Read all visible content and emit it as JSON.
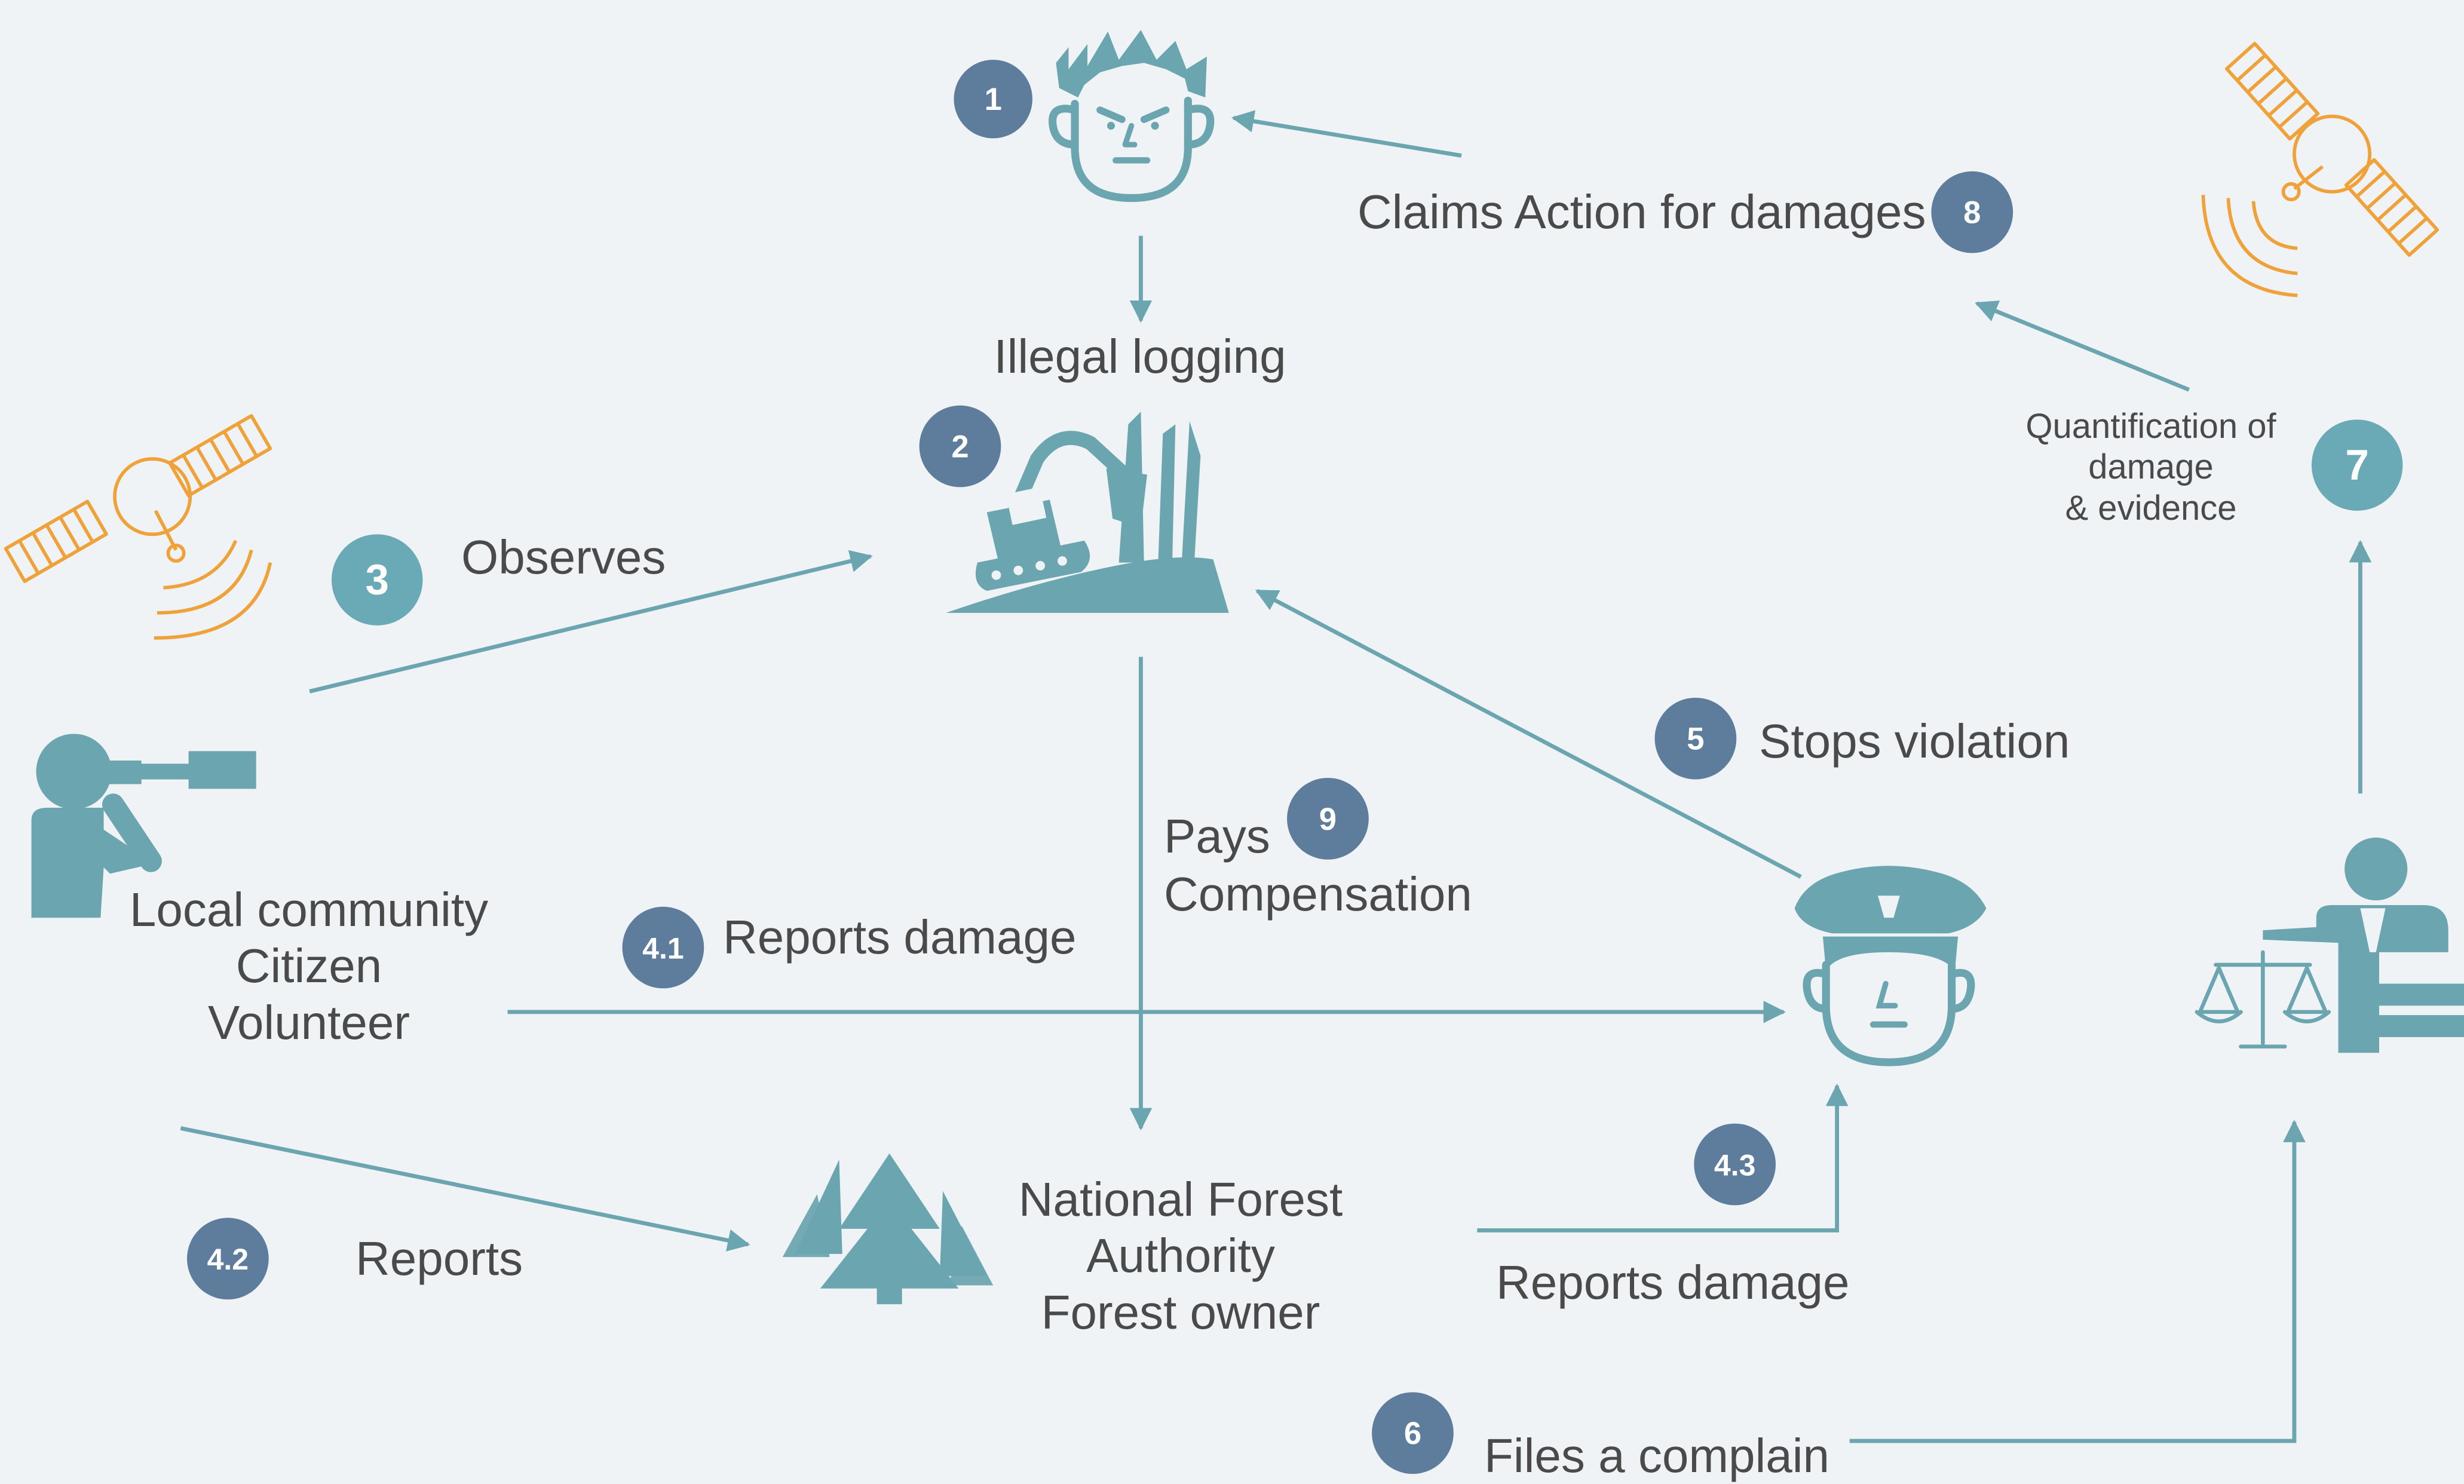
{
  "colors": {
    "background": "#eff3f6",
    "teal": "#6ba5b0",
    "slate_badge": "#5e7d9c",
    "teal_badge": "#6aa9b6",
    "orange": "#f0a23a",
    "text": "#4a4a4a"
  },
  "icons": {
    "offender": "angry-face-icon",
    "logging": "excavator-icon",
    "observer": "binoculars-person-icon",
    "police": "police-officer-icon",
    "forest": "pine-trees-icon",
    "court": "scales-of-justice-icon",
    "satellite": "satellite-icon"
  },
  "labels": {
    "illegal_logging": "Illegal logging",
    "claims_action": "Claims Action for damages",
    "quantification": [
      "Quantification of",
      "damage",
      "& evidence"
    ],
    "observes": "Observes",
    "stops_violation": "Stops  violation",
    "pays": "Pays",
    "compensation": "Compensation",
    "community": [
      "Local community",
      "Citizen",
      "Volunteer"
    ],
    "reports_damage_41": "Reports damage",
    "forest_authority": [
      "National Forest",
      "Authority",
      "Forest owner"
    ],
    "reports": "Reports",
    "reports_damage_43": "Reports damage",
    "files_complain": "Files a complain"
  },
  "badges": {
    "b1": "1",
    "b2": "2",
    "b3": "3",
    "b41": "4.1",
    "b42": "4.2",
    "b43": "4.3",
    "b5": "5",
    "b6": "6",
    "b7": "7",
    "b8": "8",
    "b9": "9"
  }
}
